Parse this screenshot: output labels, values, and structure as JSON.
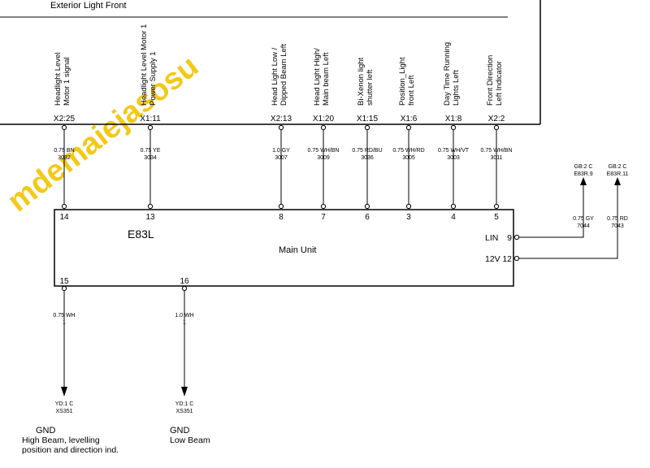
{
  "header": {
    "title": "Exterior Light Front",
    "watermark": "mdemaiejasosu"
  },
  "top_pins": [
    {
      "name_line1": "Headlight Level",
      "name_line2": "Motor 1 signal",
      "connector": "X2:25",
      "wire_size": "0.75 BN",
      "wire_num": "3032",
      "unit_pin": "14"
    },
    {
      "name_line1": "Headlight Level Motor 1",
      "name_line2": "Power Supply 1",
      "connector": "X1:11",
      "wire_size": "0.75 YE",
      "wire_num": "3034",
      "unit_pin": "13"
    },
    {
      "name_line1": "Head Light Low /",
      "name_line2": "Dipped Beam Left",
      "connector": "X2:13",
      "wire_size": "1.0 GY",
      "wire_num": "3007",
      "unit_pin": "8"
    },
    {
      "name_line1": "Head Light High/",
      "name_line2": "Main beam Left",
      "connector": "X1:20",
      "wire_size": "0.75 WH/BN",
      "wire_num": "3009",
      "unit_pin": "7"
    },
    {
      "name_line1": "Bi-Xenon light",
      "name_line2": "shutter left",
      "connector": "X1:15",
      "wire_size": "0.75 RD/BU",
      "wire_num": "3036",
      "unit_pin": "6"
    },
    {
      "name_line1": "Position_Light",
      "name_line2": "front Left",
      "connector": "X1:6",
      "wire_size": "0.75 WH/RD",
      "wire_num": "3005",
      "unit_pin": "3"
    },
    {
      "name_line1": "Day Time Running",
      "name_line2": "Lights Left",
      "connector": "X1:8",
      "wire_size": "0.75 WH/VT",
      "wire_num": "3003",
      "unit_pin": "4"
    },
    {
      "name_line1": "Front Direction",
      "name_line2": "Left Indicator",
      "connector": "X2:2",
      "wire_size": "0.75 WH/BN",
      "wire_num": "3011",
      "unit_pin": "5"
    }
  ],
  "main_unit": {
    "code": "E83L",
    "name": "Main Unit"
  },
  "right_pins": [
    {
      "label": "LIN",
      "pin": "9",
      "wire_size": "0.75 GY",
      "wire_num": "7044",
      "dest1": "GB:2 C",
      "dest2": "E83R.9"
    },
    {
      "label": "12V",
      "pin": "12",
      "wire_size": "0.75 RD",
      "wire_num": "7043",
      "dest1": "GB:2 C",
      "dest2": "E83R.11"
    }
  ],
  "bottom_pins": [
    {
      "pin": "15",
      "wire_size": "0.75 WH",
      "wire_num": "1",
      "dest1": "YD:1 C",
      "dest2": "XS351",
      "gnd": "GND",
      "desc1": "High Beam, levelling",
      "desc2": "position and direction ind."
    },
    {
      "pin": "16",
      "wire_size": "1.0 WH",
      "wire_num": "1",
      "dest1": "YD:1 C",
      "dest2": "XS351",
      "gnd": "GND",
      "desc1": "Low Beam",
      "desc2": ""
    }
  ]
}
